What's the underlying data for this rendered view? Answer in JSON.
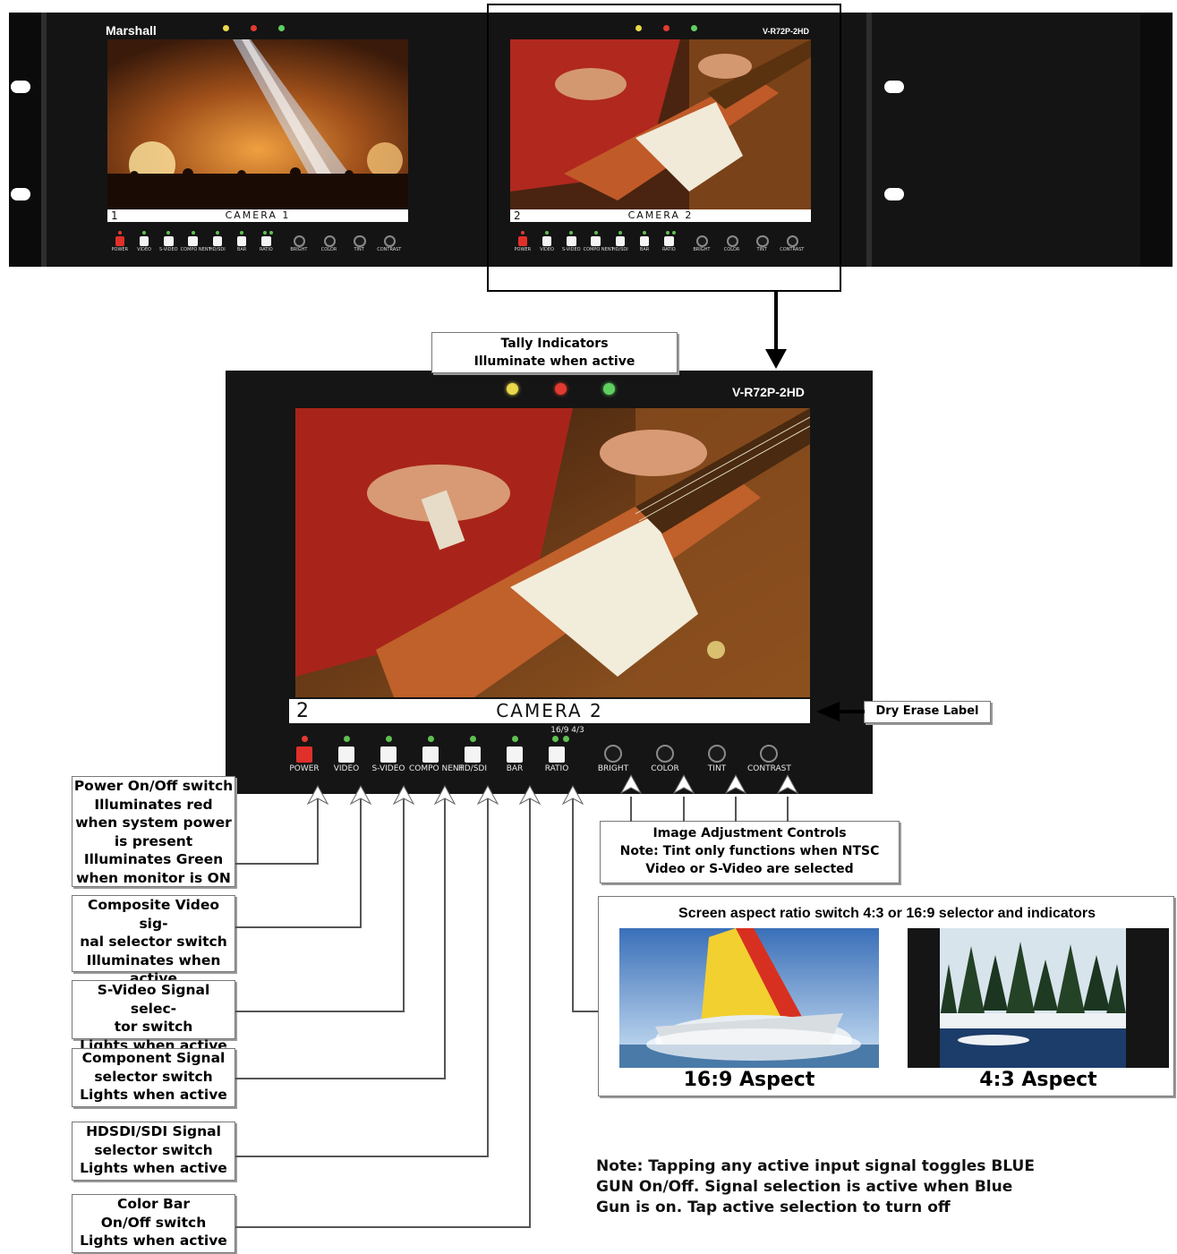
{
  "rack": {
    "brand": "Marshall",
    "model": "V-R72P-2HD",
    "monitor1": {
      "number": "1",
      "camera_label": "CAMERA 1"
    },
    "monitor2": {
      "number": "2",
      "camera_label": "CAMERA 2"
    }
  },
  "panel": {
    "model": "V-R72P-2HD",
    "number": "2",
    "camera_label": "CAMERA 2",
    "ratio_indicator": "16/9 4/3",
    "buttons": [
      "POWER",
      "VIDEO",
      "S-VIDEO",
      "COMPO NENT",
      "HD/SDI",
      "BAR",
      "RATIO"
    ],
    "knobs": [
      "BRIGHT",
      "COLOR",
      "TINT",
      "CONTRAST"
    ]
  },
  "callouts": {
    "tally": [
      "Tally Indicators",
      "Illuminate when active"
    ],
    "dry_erase": "Dry Erase Label",
    "image_adjust": [
      "Image Adjustment Controls",
      "Note: Tint only functions when NTSC",
      "Video or S-Video are selected"
    ],
    "power": [
      "Power On/Off switch",
      "Illuminates red",
      "when system power",
      "is present",
      "Illuminates Green",
      "when monitor is ON"
    ],
    "composite": [
      "Composite Video sig-",
      "nal selector switch",
      "Illuminates when",
      "active"
    ],
    "svideo": [
      "S-Video Signal selec-",
      "tor switch",
      "Lights when active"
    ],
    "component": [
      "Component Signal",
      "selector switch",
      "Lights when active"
    ],
    "hdsdi": [
      "HDSDI/SDI Signal",
      "selector switch",
      "Lights when active"
    ],
    "colorbar": [
      "Color Bar",
      "On/Off switch",
      "Lights when active"
    ]
  },
  "aspect": {
    "title": "Screen aspect ratio switch 4:3 or 16:9 selector and indicators",
    "wide_label": "16:9 Aspect",
    "standard_label": "4:3 Aspect"
  },
  "note": [
    "Note: Tapping any active input signal toggles BLUE",
    "GUN On/Off. Signal selection is active when Blue",
    "Gun is on. Tap active selection to turn off"
  ],
  "colors": {
    "tally_yellow": "#e8d84a",
    "tally_red": "#e23a30",
    "tally_green": "#5fd060",
    "power_red": "#e0302a"
  }
}
